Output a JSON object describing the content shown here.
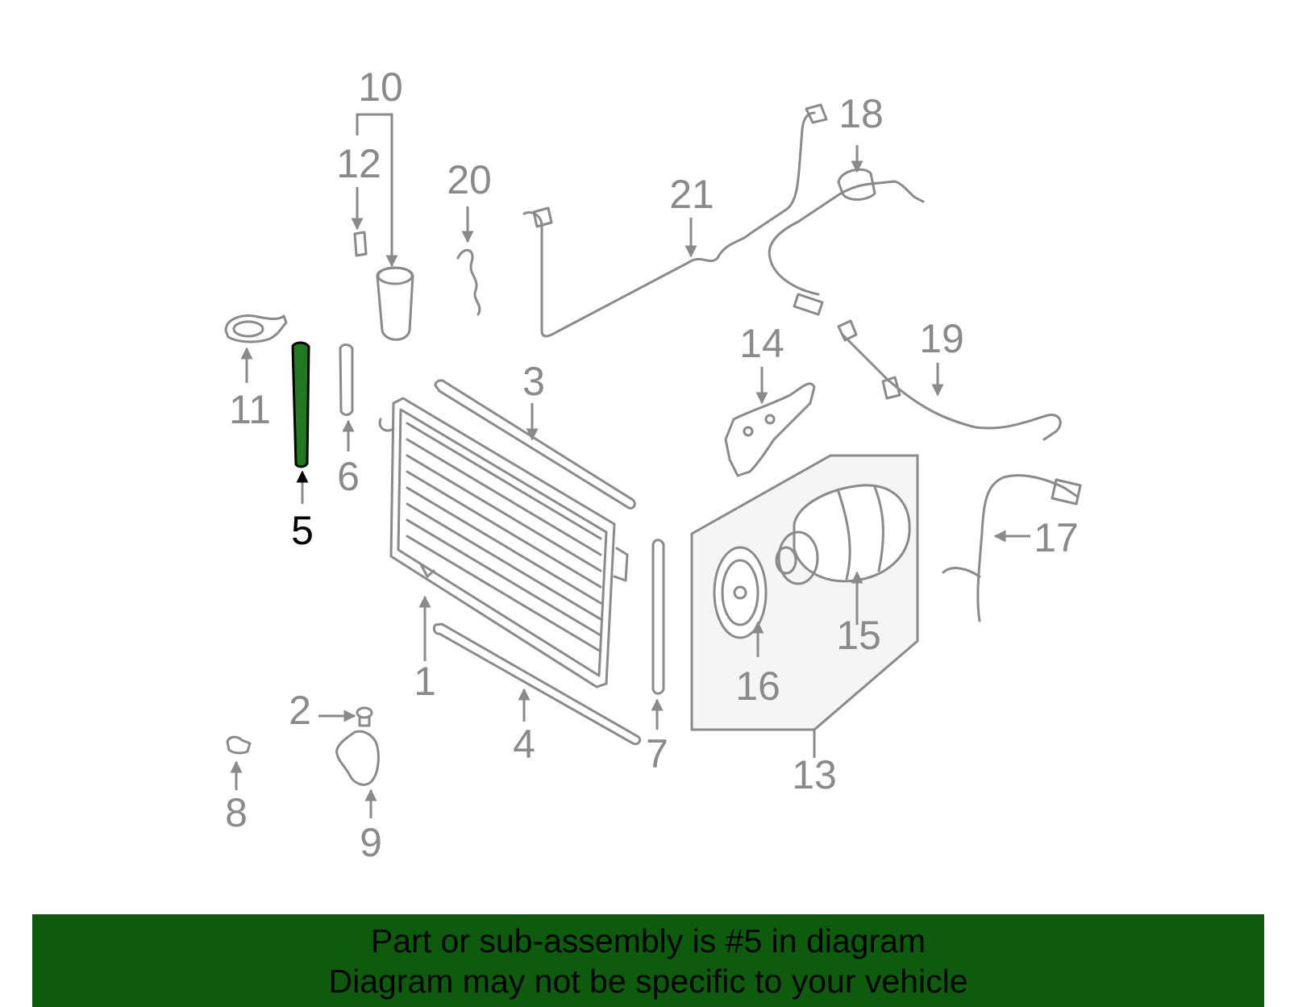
{
  "diagram": {
    "highlight_color": "#1f7a1f",
    "line_color": "#8a8a8a",
    "callouts": [
      {
        "id": "1",
        "label": "1"
      },
      {
        "id": "2",
        "label": "2"
      },
      {
        "id": "3",
        "label": "3"
      },
      {
        "id": "4",
        "label": "4"
      },
      {
        "id": "5",
        "label": "5",
        "highlighted": true
      },
      {
        "id": "6",
        "label": "6"
      },
      {
        "id": "7",
        "label": "7"
      },
      {
        "id": "8",
        "label": "8"
      },
      {
        "id": "9",
        "label": "9"
      },
      {
        "id": "10",
        "label": "10"
      },
      {
        "id": "11",
        "label": "11"
      },
      {
        "id": "12",
        "label": "12"
      },
      {
        "id": "13",
        "label": "13"
      },
      {
        "id": "14",
        "label": "14"
      },
      {
        "id": "15",
        "label": "15"
      },
      {
        "id": "16",
        "label": "16"
      },
      {
        "id": "17",
        "label": "17"
      },
      {
        "id": "18",
        "label": "18"
      },
      {
        "id": "19",
        "label": "19"
      },
      {
        "id": "20",
        "label": "20"
      },
      {
        "id": "21",
        "label": "21"
      }
    ]
  },
  "caption": {
    "line1": "Part or sub-assembly is #5 in diagram",
    "line2": "Diagram may not be specific to your vehicle",
    "background": "#0d5c0d"
  }
}
